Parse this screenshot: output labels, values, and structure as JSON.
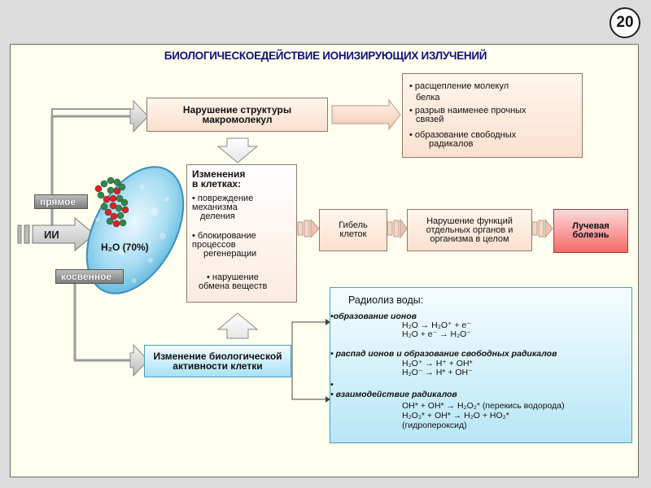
{
  "page_number": "20",
  "title": "БИОЛОГИЧЕСКОЕДЕЙСТВИЕ ИОНИЗИРУЮЩИХ ИЗЛУЧЕНИЙ",
  "source": {
    "label": "ИИ",
    "direct": "прямое",
    "indirect": "косвенное"
  },
  "cell": {
    "water_label": "H₂O (70%)"
  },
  "macromolecule": {
    "line1": "Нарушение структуры",
    "line2": "макромолекул"
  },
  "protein_effects": [
    {
      "line1": "расщепление  молекул",
      "line2": "белка"
    },
    {
      "line1": "разрыв наименее прочных",
      "line2": "связей"
    },
    {
      "line1": "образование свободных",
      "line2": "радикалов"
    }
  ],
  "cell_changes": {
    "title1": "Изменения",
    "title2": "в клетках:",
    "items": [
      {
        "line1": "повреждение",
        "line2": "механизма",
        "line3": "деления"
      },
      {
        "line1": "блокирование",
        "line2": "процессов",
        "line3": "регенерации"
      },
      {
        "line1": "нарушение",
        "line2": "обмена веществ"
      }
    ]
  },
  "cell_death": {
    "line1": "Гибель",
    "line2": "клеток"
  },
  "organ_failure": {
    "line1": "Нарушение функций",
    "line2": "отдельных органов и",
    "line3": "организма в целом"
  },
  "radiation_sickness": {
    "line1": "Лучевая",
    "line2": "болезнь"
  },
  "bio_activity": {
    "line1": "Изменение биологической",
    "line2": "активности клетки"
  },
  "radiolysis": {
    "title": "Радиолиз воды:",
    "sections": [
      {
        "heading": "образование ионов",
        "equations": [
          "H₂O  → H₂O⁺ + e⁻",
          "H₂O + e⁻ → H₂O⁻"
        ]
      },
      {
        "heading": "распад ионов и образование свободных радикалов",
        "equations": [
          "H₂O⁺  → H⁺ + OH*",
          "H₂O⁻  → H* + OH⁻"
        ]
      },
      {
        "heading": "взаимодействие радикалов",
        "equations": [
          "OH* + OH* → H₂O₂* (перекись водорода)",
          "H₂O₂* + OH* → H₂O + HO₂*",
          "(гидропероксид)"
        ]
      }
    ]
  }
}
